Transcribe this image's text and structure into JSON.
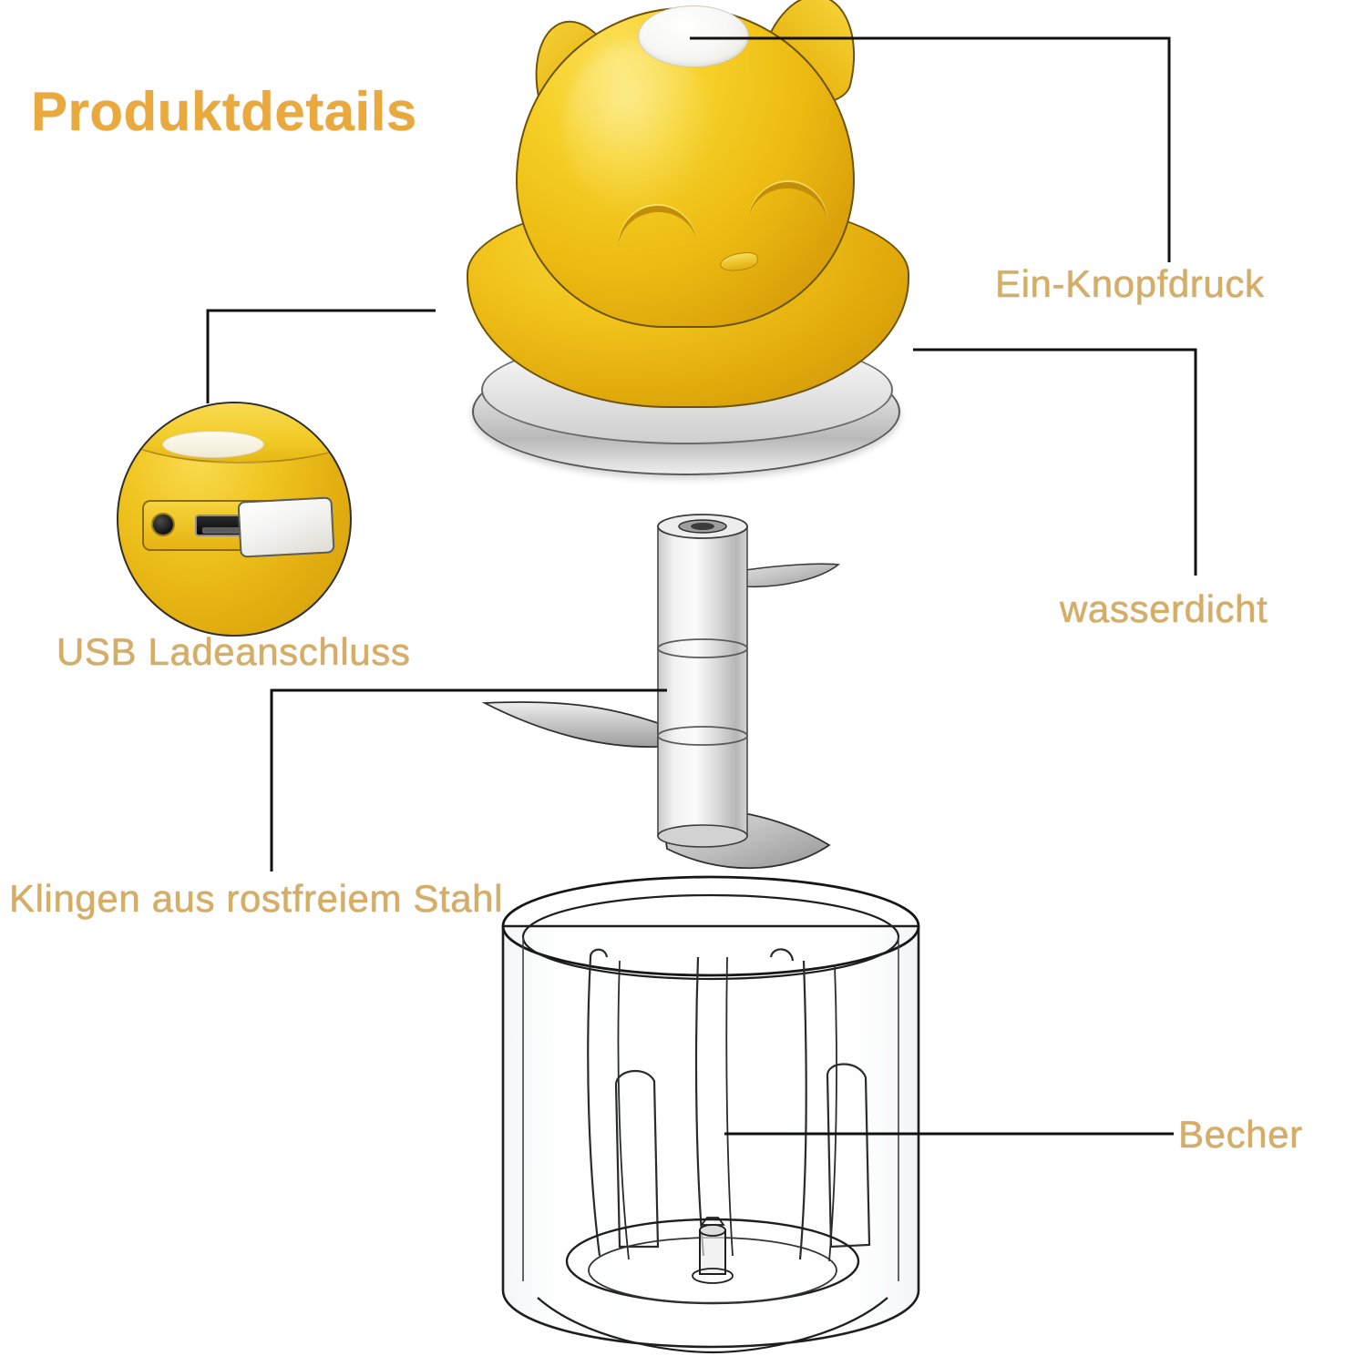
{
  "title": "Produktdetails",
  "colors": {
    "title": "#E9A93C",
    "label": "#D7AE60",
    "device_yellow": "#ECBB12",
    "device_yellow_light": "#F6D028",
    "steel": "#D8D8D8",
    "leader_line": "#111111",
    "background": "#FFFFFF"
  },
  "callouts": [
    {
      "id": "button",
      "label": "Ein-Knopfdruck"
    },
    {
      "id": "water",
      "label": "wasserdicht"
    },
    {
      "id": "usb",
      "label": "USB Ladeanschluss"
    },
    {
      "id": "blades",
      "label": "Klingen aus rostfreiem Stahl"
    },
    {
      "id": "cup",
      "label": "Becher"
    }
  ],
  "product": {
    "lid": "cat-shaped yellow lid with ears, closed smiling eyes and white oval power button",
    "base": "silver motor base disc",
    "detail_inset": "micro USB charging port with rubber flap cover",
    "blade_unit": "stainless steel three-tier shaft with curved blades",
    "cup": "transparent plastic beaker with internal ribs"
  }
}
